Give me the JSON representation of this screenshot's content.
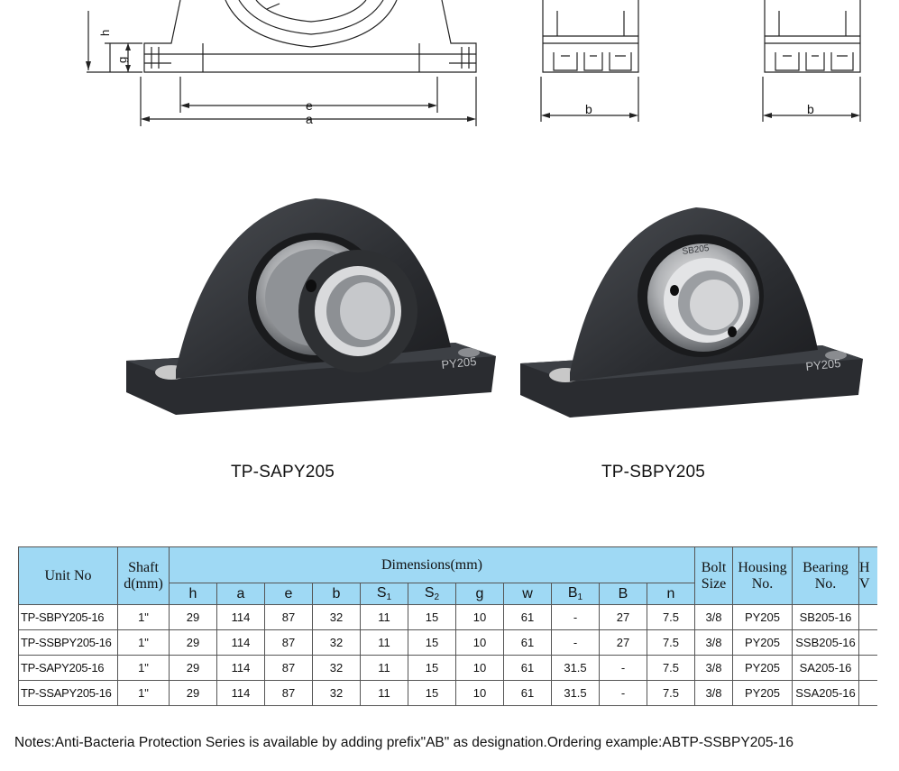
{
  "drawing": {
    "label_h": "h",
    "label_g": "g",
    "label_e": "e",
    "label_a": "a",
    "label_b_1": "b",
    "label_b_2": "b"
  },
  "products": [
    {
      "caption": "TP-SAPY205",
      "marking": "PY205"
    },
    {
      "caption": "TP-SBPY205",
      "marking": "PY205",
      "insert_marking": "SB205"
    }
  ],
  "table": {
    "headers": {
      "unit_no": "Unit No",
      "shaft": "Shaft",
      "shaft_unit": "d(mm)",
      "dimensions": "Dimensions(mm)",
      "bolt": "Bolt",
      "bolt_2": "Size",
      "housing": "Housing",
      "housing_2": "No.",
      "bearing": "Bearing",
      "bearing_2": "No.",
      "cut_1": "H",
      "cut_2": "V"
    },
    "dim_columns": [
      {
        "main": "h",
        "sub": ""
      },
      {
        "main": "a",
        "sub": ""
      },
      {
        "main": "e",
        "sub": ""
      },
      {
        "main": "b",
        "sub": ""
      },
      {
        "main": "S",
        "sub": "1"
      },
      {
        "main": "S",
        "sub": "2"
      },
      {
        "main": "g",
        "sub": ""
      },
      {
        "main": "w",
        "sub": ""
      },
      {
        "main": "B",
        "sub": "1"
      },
      {
        "main": "B",
        "sub": ""
      },
      {
        "main": "n",
        "sub": ""
      }
    ],
    "rows": [
      [
        "TP-SBPY205-16",
        "1\"",
        "29",
        "114",
        "87",
        "32",
        "11",
        "15",
        "10",
        "61",
        "-",
        "27",
        "7.5",
        "3/8",
        "PY205",
        "SB205-16",
        ""
      ],
      [
        "TP-SSBPY205-16",
        "1\"",
        "29",
        "114",
        "87",
        "32",
        "11",
        "15",
        "10",
        "61",
        "-",
        "27",
        "7.5",
        "3/8",
        "PY205",
        "SSB205-16",
        ""
      ],
      [
        "TP-SAPY205-16",
        "1\"",
        "29",
        "114",
        "87",
        "32",
        "11",
        "15",
        "10",
        "61",
        "31.5",
        "-",
        "7.5",
        "3/8",
        "PY205",
        "SA205-16",
        ""
      ],
      [
        "TP-SSAPY205-16",
        "1\"",
        "29",
        "114",
        "87",
        "32",
        "11",
        "15",
        "10",
        "61",
        "31.5",
        "-",
        "7.5",
        "3/8",
        "PY205",
        "SSA205-16",
        ""
      ]
    ]
  },
  "notes": "Notes:Anti-Bacteria Protection Series is available by adding prefix\"AB\" as designation.Ordering example:ABTP-SSBPY205-16",
  "colors": {
    "header_bg": "#9fd9f4",
    "housing": "#2e3033"
  }
}
